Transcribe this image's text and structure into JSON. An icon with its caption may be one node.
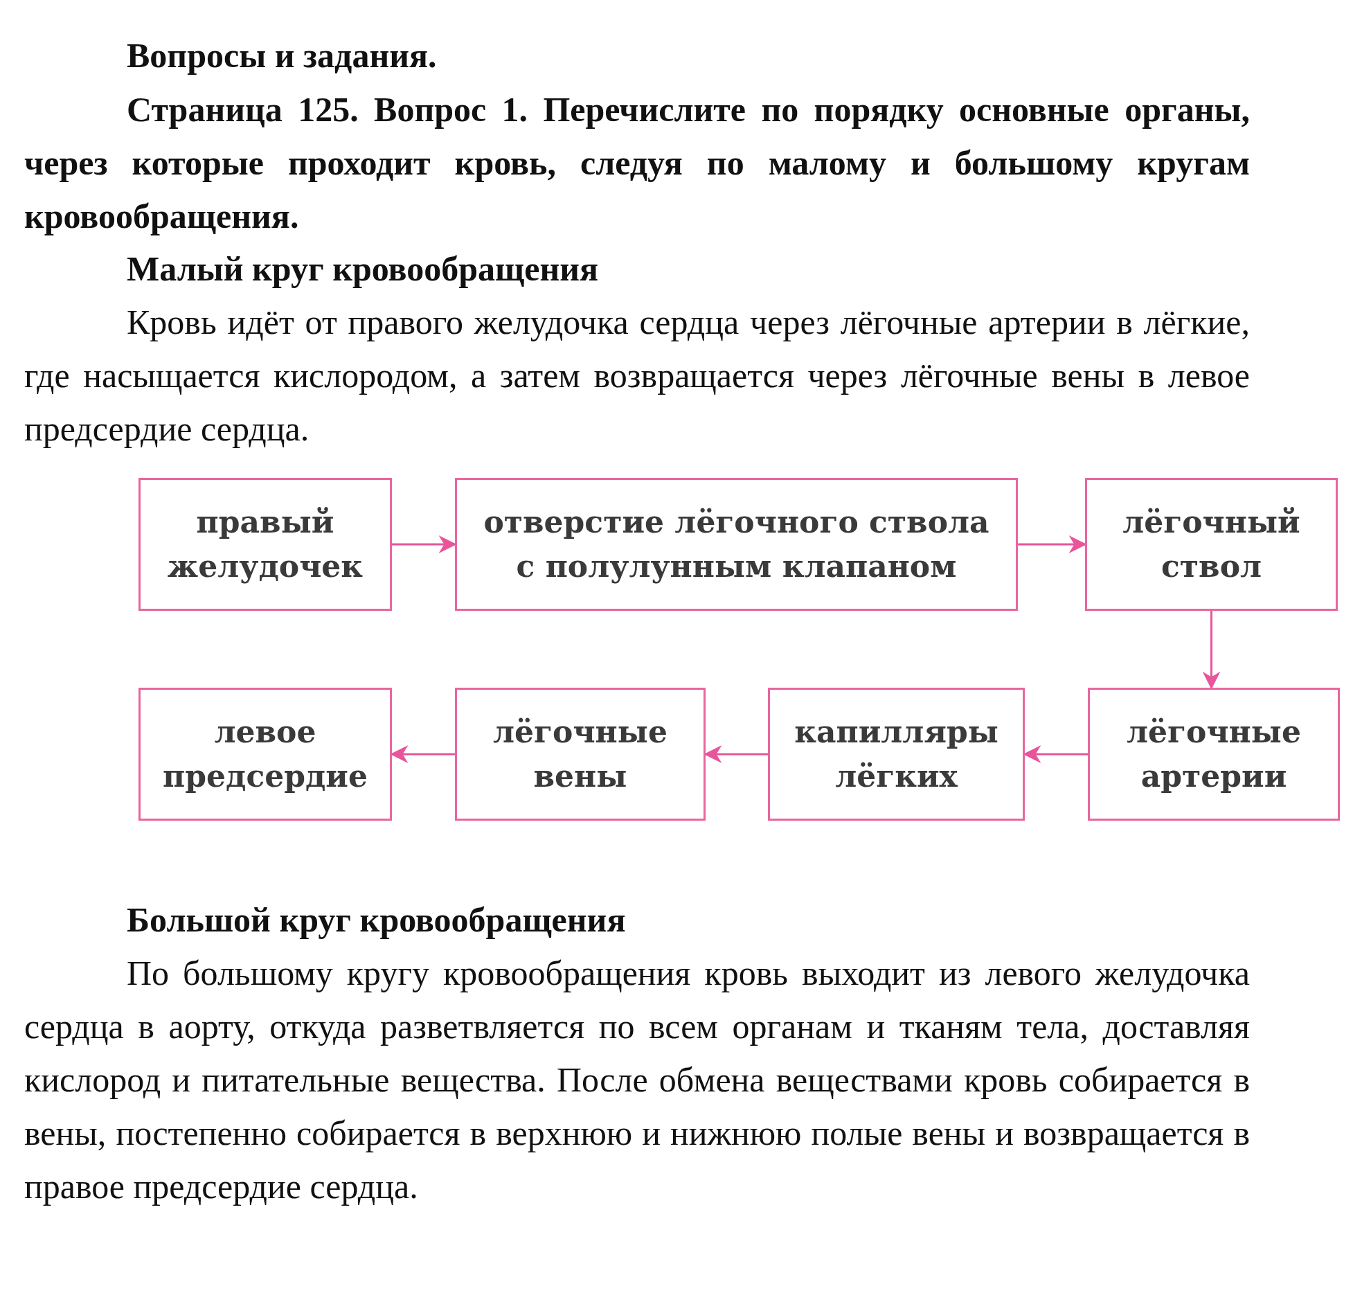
{
  "diagram": {
    "title": "Вопросы и задания.",
    "nodes": [
      {
        "text": [
          "правый желудочек"
        ]
      },
      {
        "text": [
          "отверстие лёгочного ствола с полулунным клапаном"
        ]
      },
      {
        "text": [
          "лёгочный ствол"
        ]
      },
      {
        "text": [
          "левое предсердие"
        ]
      },
      {
        "text": [
          "лёгочные вены"
        ]
      },
      {
        "text": [
          "капилляры лёгких"
        ]
      },
      {
        "text": [
          "лёгочные артерии"
        ]
      }
    ],
    "edges": [
      {
        "from": 0,
        "to": 1,
        "arrow": "to"
      },
      {
        "from": 1,
        "to": 2,
        "arrow": "to"
      },
      {
        "from": 2,
        "to": 6,
        "arrow": "to"
      },
      {
        "from": 6,
        "to": 5,
        "arrow": "to"
      },
      {
        "from": 5,
        "to": 4,
        "arrow": "to"
      },
      {
        "from": 4,
        "to": 3,
        "arrow": "to"
      }
    ],
    "labels": [
      "Страница 125. Вопрос 1. Перечислите по порядку основные органы, через которые проходит кровь, следуя по малому и большому кругам кровообращения.",
      "Малый круг кровообращения",
      "Кровь идёт от правого желудочка сердца через лёгочные артерии в лёгкие, где насыщается кислородом, а затем возвращается через лёгочные вены в левое предсердие сердца.",
      "Большой круг кровообращения",
      "По большому кругу кровообращения кровь выходит из левого желудочка сердца в аорту, откуда разветвляется по всем органам и тканям тела, доставляя кислород и питательные вещества. После обмена веществами кровь собирается в вены, постепенно собирается в верхнюю и нижнюю полые вены и возвращается в правое предсердие сердца."
    ]
  }
}
